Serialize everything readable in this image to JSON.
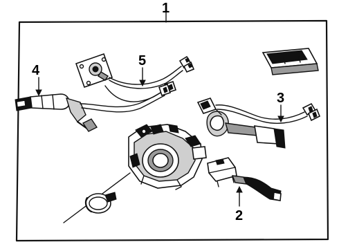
{
  "callouts": {
    "c1": "1",
    "c2": "2",
    "c3": "3",
    "c4": "4",
    "c5": "5"
  },
  "components": [
    {
      "callout": "1",
      "icon": "assembly-bracket"
    },
    {
      "callout": "2",
      "icon": "wiper-switch-lever"
    },
    {
      "callout": "3",
      "icon": "turn-signal-switch"
    },
    {
      "callout": "4",
      "icon": "headlamp-switch-lever"
    },
    {
      "callout": "5",
      "icon": "cruise-control-switch"
    }
  ]
}
